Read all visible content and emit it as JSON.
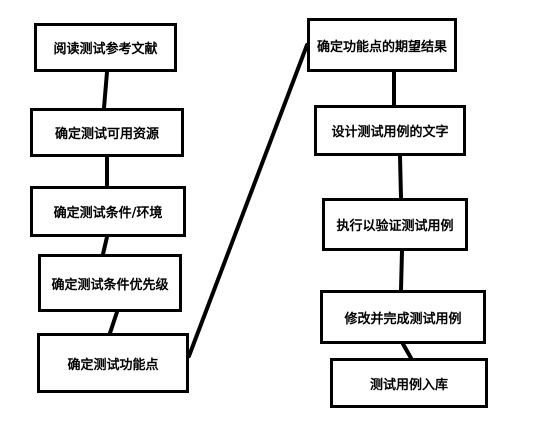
{
  "diagram": {
    "nodes": [
      {
        "id": "b1",
        "label": "阅读测试参考文献"
      },
      {
        "id": "b2",
        "label": "确定测试可用资源"
      },
      {
        "id": "b3",
        "label": "确定测试条件/环境"
      },
      {
        "id": "b4",
        "label": "确定测试条件优先级"
      },
      {
        "id": "b5",
        "label": "确定测试功能点"
      },
      {
        "id": "b6",
        "label": "确定功能点的期望结果"
      },
      {
        "id": "b7",
        "label": "设计测试用例的文字"
      },
      {
        "id": "b8",
        "label": "执行以验证测试用例"
      },
      {
        "id": "b9",
        "label": "修改并完成测试用例"
      },
      {
        "id": "b10",
        "label": "测试用例入库"
      }
    ],
    "edges": [
      [
        "b1",
        "b2"
      ],
      [
        "b2",
        "b3"
      ],
      [
        "b3",
        "b4"
      ],
      [
        "b4",
        "b5"
      ],
      [
        "b5",
        "b6"
      ],
      [
        "b6",
        "b7"
      ],
      [
        "b7",
        "b8"
      ],
      [
        "b8",
        "b9"
      ],
      [
        "b9",
        "b10"
      ]
    ],
    "colors": {
      "line": "#000000",
      "box_border": "#000000",
      "box_fill": "#ffffff",
      "text": "#000000"
    }
  }
}
